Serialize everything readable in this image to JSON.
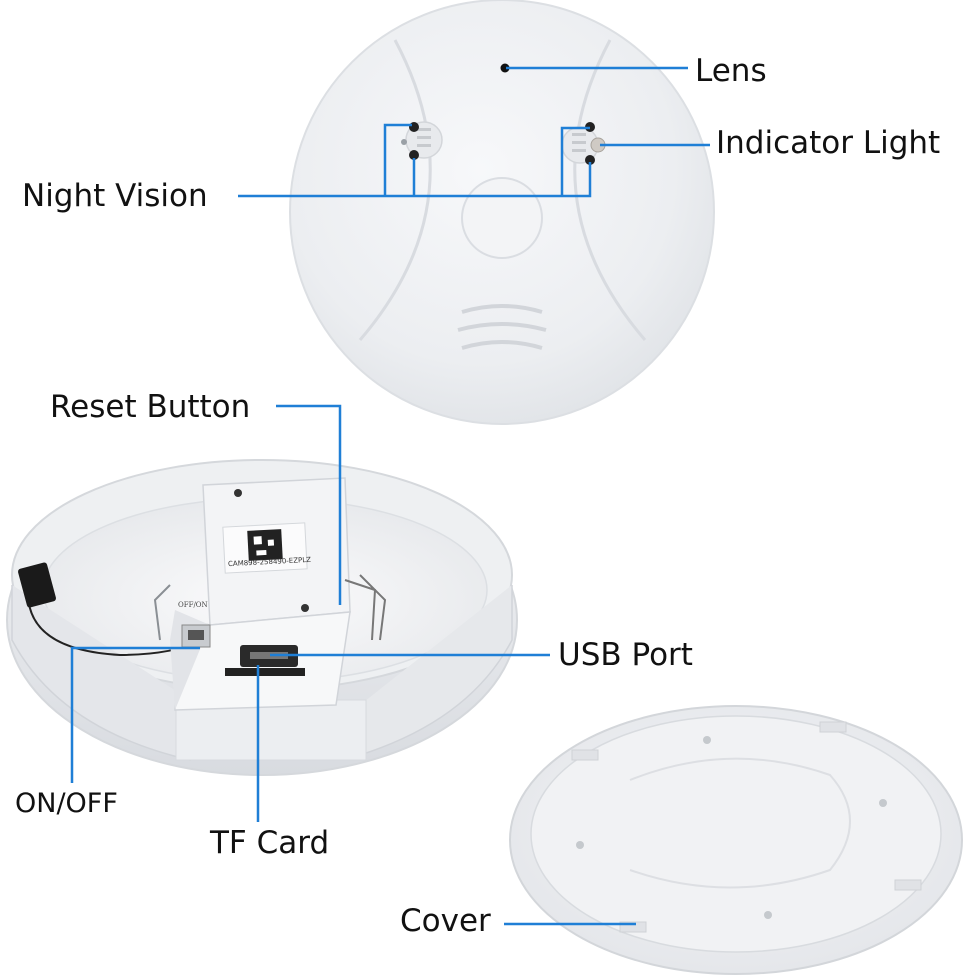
{
  "callouts": {
    "lens": "Lens",
    "indicator_light": "Indicator Light",
    "night_vision": "Night Vision",
    "reset_button": "Reset Button",
    "usb_port": "USB Port",
    "on_off": "ON/OFF",
    "tf_card": "TF Card",
    "cover": "Cover"
  },
  "module": {
    "qr_caption": "CAM898-258490-EZPLZ",
    "switch_marking": "OFF/ON"
  },
  "colors": {
    "leader_line": "#1f7fd6",
    "device_body": "#f1f2f4",
    "device_shadow": "#d9dbe0"
  }
}
